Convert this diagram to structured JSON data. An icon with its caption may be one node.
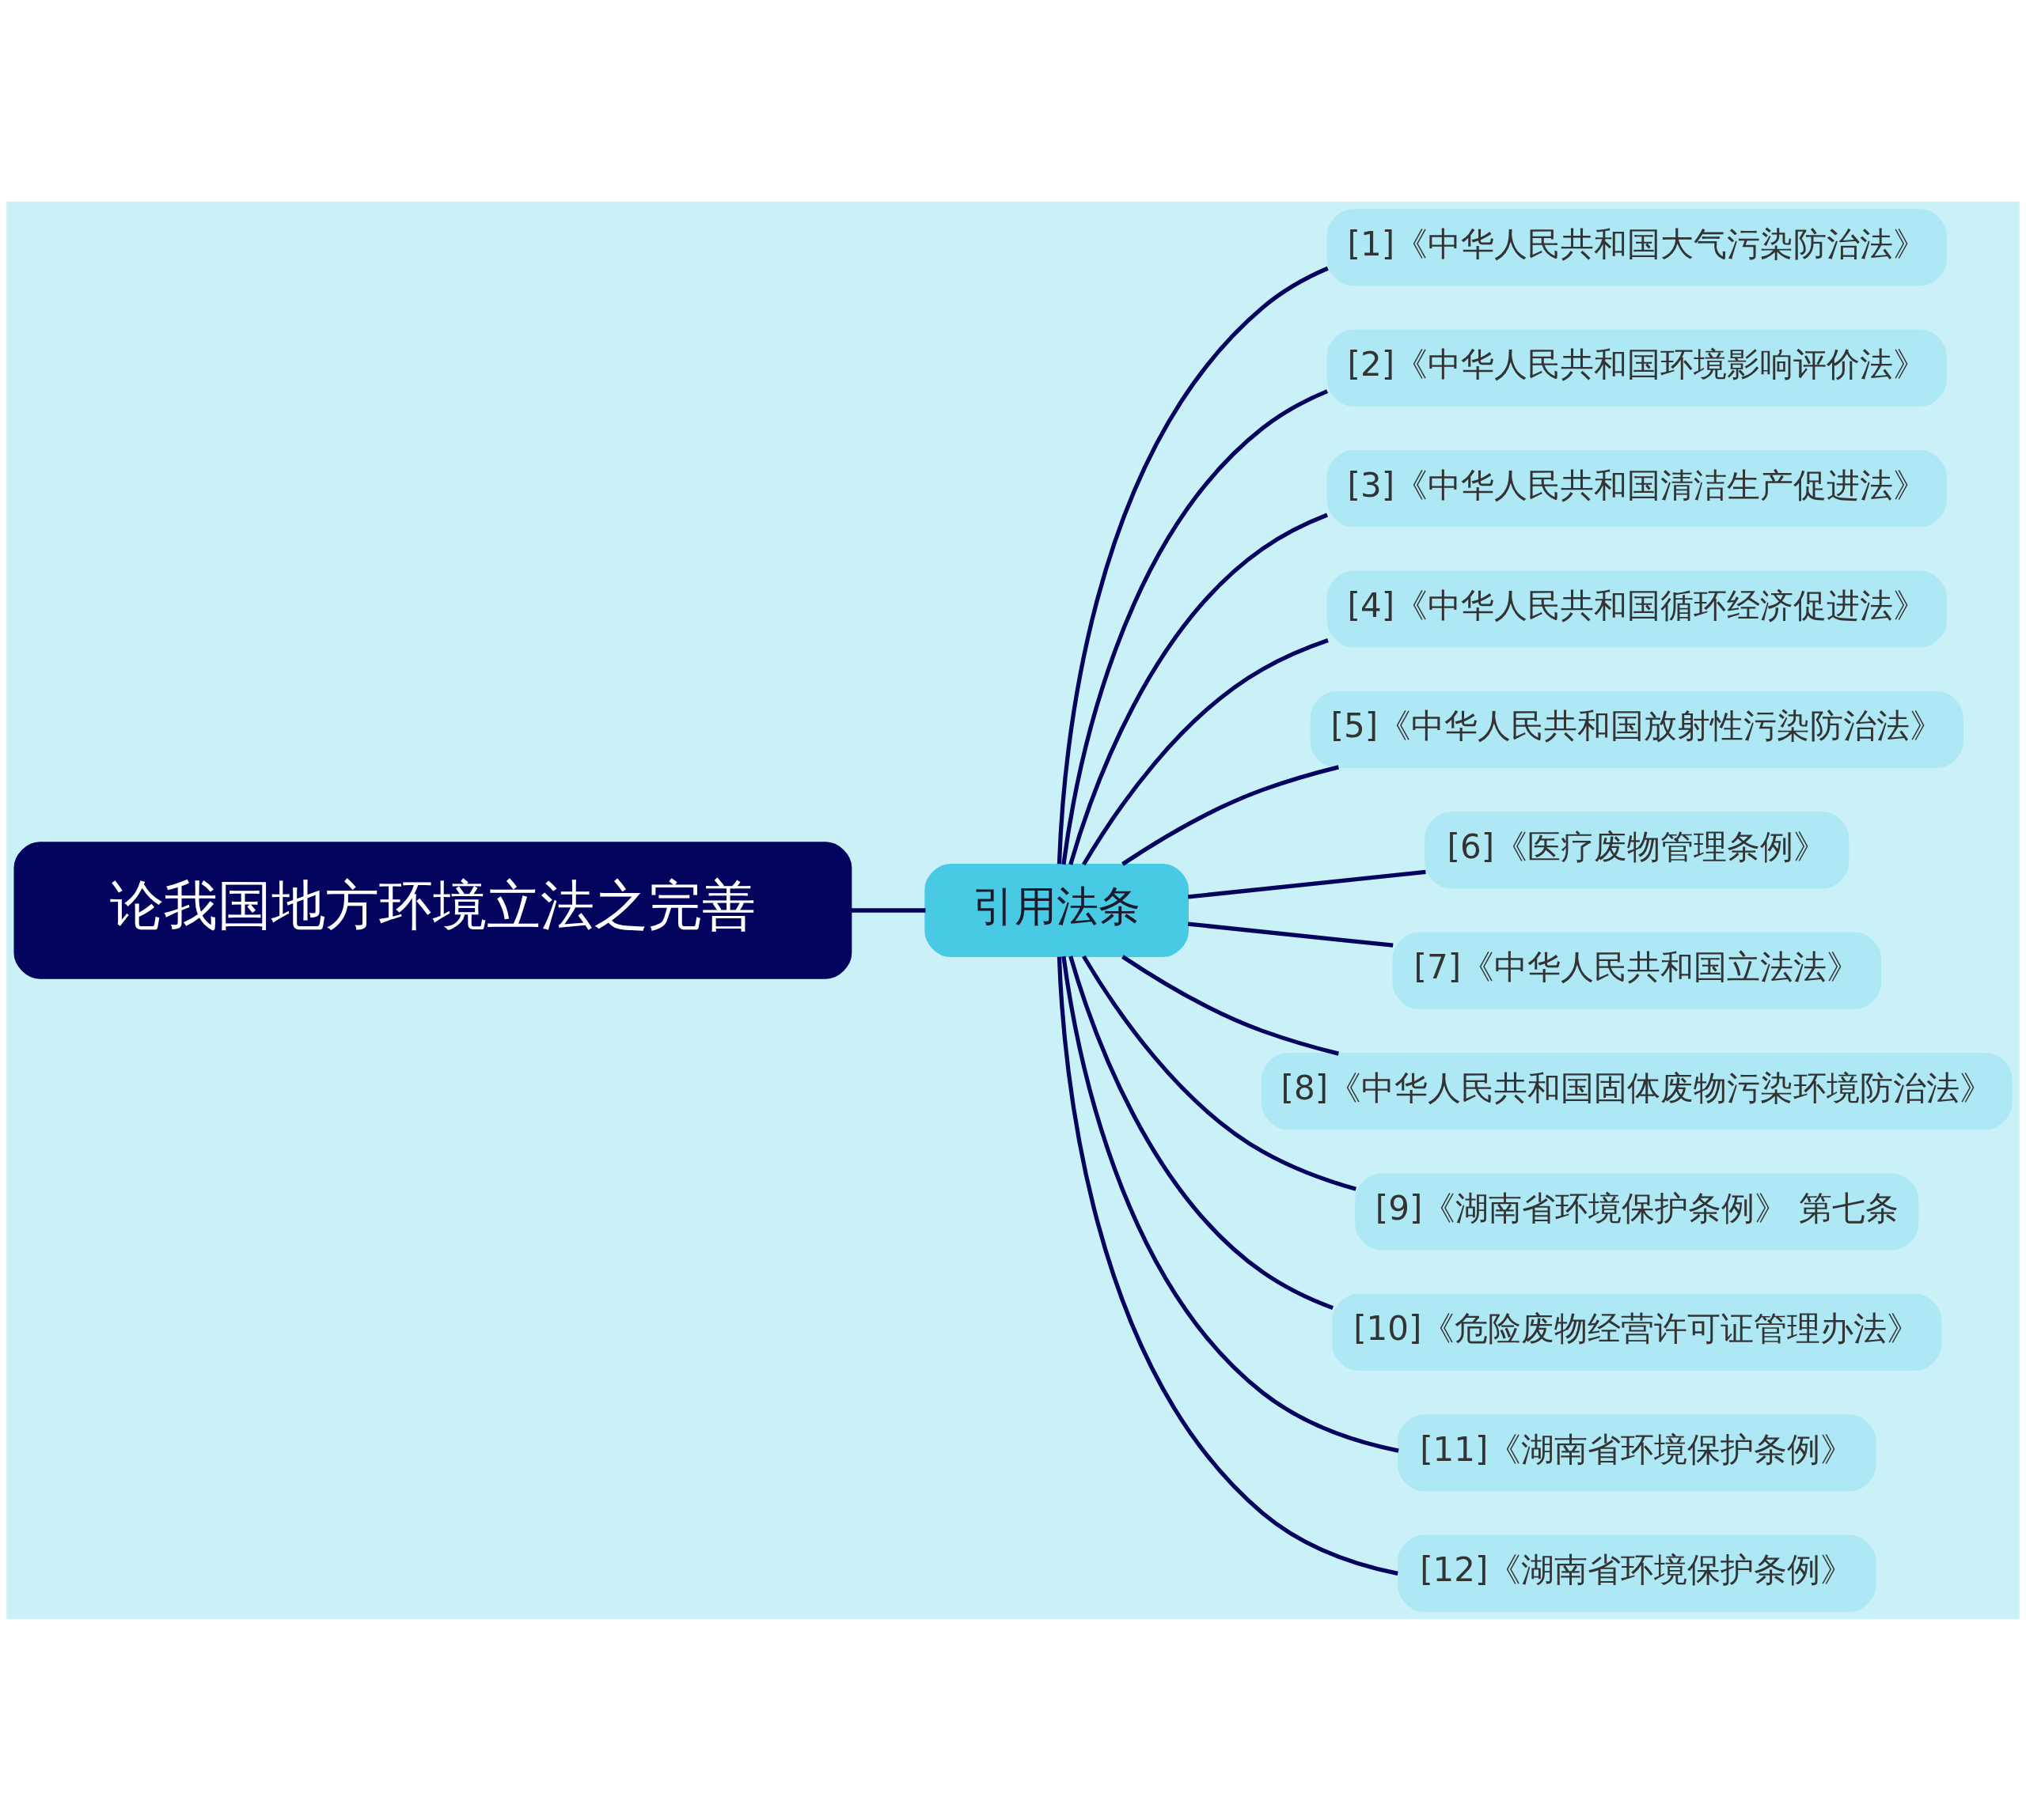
{
  "diagram": {
    "nodes": [
      {
        "text": [
          "论我国地方环境立法之完善"
        ]
      },
      {
        "text": [
          "引用法条"
        ]
      },
      {
        "text": [
          "[1]《中华人民共和国大气污染防治法》"
        ]
      },
      {
        "text": [
          "[2]《中华人民共和国环境影响评价法》"
        ]
      },
      {
        "text": [
          "[3]《中华人民共和国清洁生产促进法》"
        ]
      },
      {
        "text": [
          "[4]《中华人民共和国循环经济促进法》"
        ]
      },
      {
        "text": [
          "[5]《中华人民共和国放射性污染防治法》"
        ]
      },
      {
        "text": [
          "[6]《医疗废物管理条例》"
        ]
      },
      {
        "text": [
          "[7]《中华人民共和国立法法》"
        ]
      },
      {
        "text": [
          "[8]《中华人民共和国固体废物污染环境防治法》"
        ]
      },
      {
        "text": [
          "[9]《湖南省环境保护条例》 第七条"
        ]
      },
      {
        "text": [
          "[10]《危险废物经营许可证管理办法》"
        ]
      },
      {
        "text": [
          "[11]《湖南省环境保护条例》"
        ]
      },
      {
        "text": [
          "[12]《湖南省环境保护条例》"
        ]
      }
    ],
    "edges": [
      {
        "from": 0,
        "to": 1,
        "arrow": "none"
      },
      {
        "from": 1,
        "to": 2,
        "arrow": "none"
      },
      {
        "from": 1,
        "to": 3,
        "arrow": "none"
      },
      {
        "from": 1,
        "to": 4,
        "arrow": "none"
      },
      {
        "from": 1,
        "to": 5,
        "arrow": "none"
      },
      {
        "from": 1,
        "to": 6,
        "arrow": "none"
      },
      {
        "from": 1,
        "to": 7,
        "arrow": "none"
      },
      {
        "from": 1,
        "to": 8,
        "arrow": "none"
      },
      {
        "from": 1,
        "to": 9,
        "arrow": "none"
      },
      {
        "from": 1,
        "to": 10,
        "arrow": "none"
      },
      {
        "from": 1,
        "to": 11,
        "arrow": "none"
      },
      {
        "from": 1,
        "to": 12,
        "arrow": "none"
      },
      {
        "from": 1,
        "to": 13,
        "arrow": "none"
      }
    ]
  }
}
